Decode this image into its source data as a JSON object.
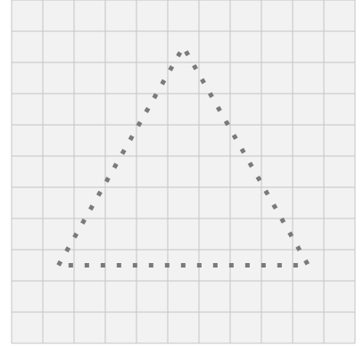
{
  "grid": {
    "columns": 11,
    "rows": 11,
    "background_color": "#f2f2f2",
    "line_color": "#c4c4c4"
  },
  "shape": {
    "type": "triangle",
    "line_style": "dotted",
    "stroke_color": "#7a7a7a",
    "vertices_in_grid_units": [
      {
        "col": 1.5,
        "row": 8.5
      },
      {
        "col": 5.5,
        "row": 1.5
      },
      {
        "col": 9.5,
        "row": 8.5
      }
    ]
  }
}
